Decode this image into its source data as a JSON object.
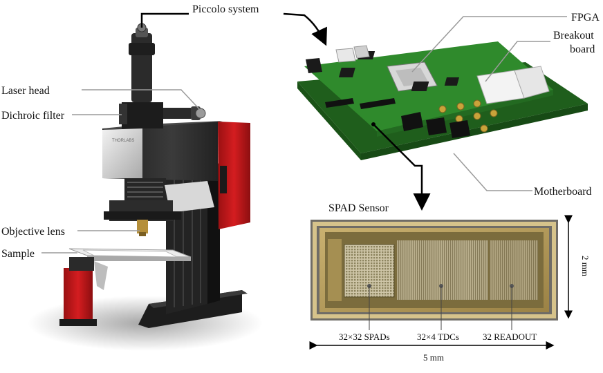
{
  "labels": {
    "piccolo_system": "Piccolo system",
    "fpga": "FPGA",
    "breakout_board_line1": "Breakout",
    "breakout_board_line2": "board",
    "motherboard": "Motherboard",
    "laser_head": "Laser head",
    "dichroic_filter": "Dichroic filter",
    "objective_lens": "Objective lens",
    "sample": "Sample",
    "spad_sensor": "SPAD Sensor"
  },
  "sensor_regions": {
    "spads": "32×32 SPADs",
    "tdcs": "32×4 TDCs",
    "readout": "32 READOUT"
  },
  "dimensions": {
    "width": "5 mm",
    "height": "2 mm"
  },
  "colors": {
    "pcb_green": "#2f8a2c",
    "pcb_dark": "#1f5e1c",
    "microscope_body": "#2a2a2a",
    "microscope_red": "#c8181c",
    "chip_gold": "#b59a55",
    "leader_line": "#9a9a9a"
  }
}
